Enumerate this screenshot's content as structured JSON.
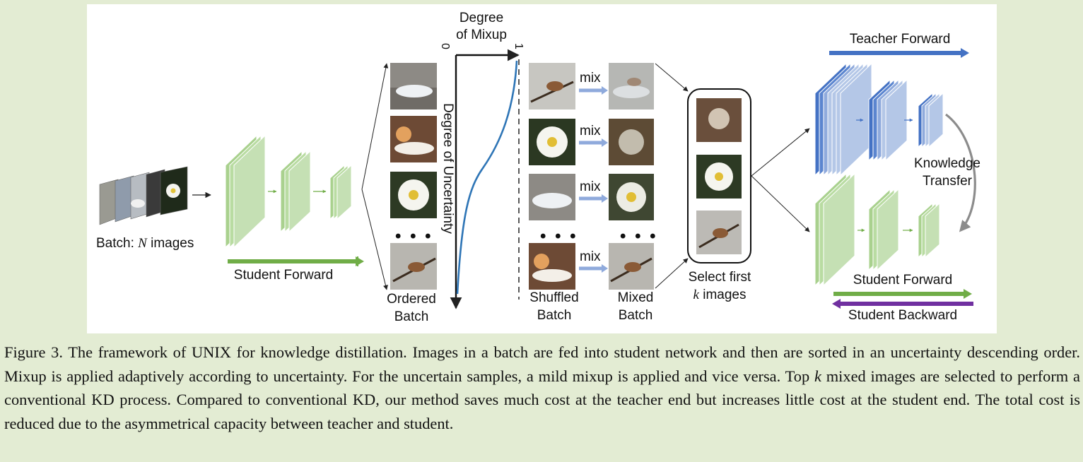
{
  "diagram": {
    "batch_label_prefix": "Batch: ",
    "batch_label_var": "N",
    "batch_label_suffix": " images",
    "student_forward_top_label": "Student Forward",
    "degree_of_mixup_line1": "Degree",
    "degree_of_mixup_line2": "of Mixup",
    "axis_tick_zero": "0",
    "axis_tick_one": "1",
    "degree_of_uncertainty": "Degree of Uncertainty",
    "ordered_batch_line1": "Ordered",
    "ordered_batch_line2": "Batch",
    "shuffled_batch_line1": "Shuffled",
    "shuffled_batch_line2": "Batch",
    "mixed_batch_line1": "Mixed",
    "mixed_batch_line2": "Batch",
    "mix_label": "mix",
    "ellipsis": "• • •",
    "select_first_line1": "Select first",
    "select_first_var": "k",
    "select_first_line2_suffix": " images",
    "teacher_forward": "Teacher Forward",
    "knowledge_transfer_line1": "Knowledge",
    "knowledge_transfer_line2": "Transfer",
    "student_forward_right": "Student Forward",
    "student_backward": "Student Backward",
    "colors": {
      "student_green": "#a9d18e",
      "teacher_blue": "#4472c4",
      "teacher_light": "#b4c7e7",
      "green_arrow": "#70ad47",
      "mix_arrow": "#8faadc",
      "purple_arrow": "#7030a0",
      "curve_blue": "#2e75b6"
    }
  },
  "caption": {
    "p1": "Figure 3. The framework of UNIX for knowledge distillation. Images in a batch are fed into student network and then are sorted in an uncertainty descending order. Mixup is applied adaptively according to uncertainty. For the uncertain samples, a mild mixup is applied and vice versa. Top ",
    "k": "k",
    "p2": " mixed images are selected to perform a conventional KD process. Compared to conventional KD, our method saves much cost at the teacher end but increases little cost at the student end. The total cost is reduced due to the asymmetrical capacity between teacher and student."
  }
}
